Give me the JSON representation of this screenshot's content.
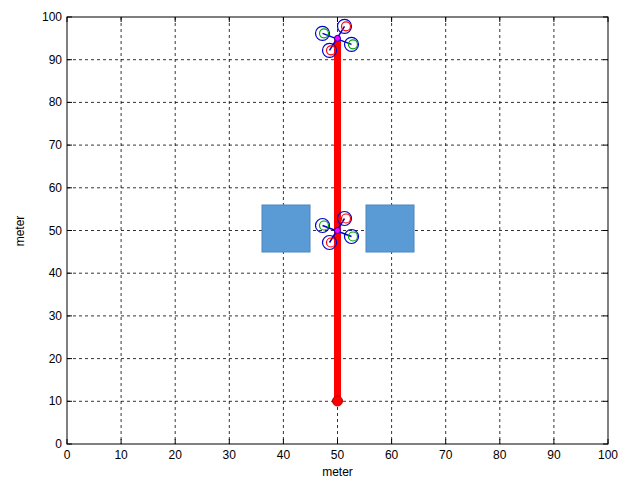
{
  "diagram": {
    "labels": [
      "0",
      "10",
      "20",
      "30",
      "40",
      "50",
      "60",
      "70",
      "80",
      "90",
      "100",
      "0",
      "10",
      "20",
      "30",
      "40",
      "50",
      "60",
      "70",
      "80",
      "90",
      "100",
      "meter",
      "meter"
    ]
  }
}
